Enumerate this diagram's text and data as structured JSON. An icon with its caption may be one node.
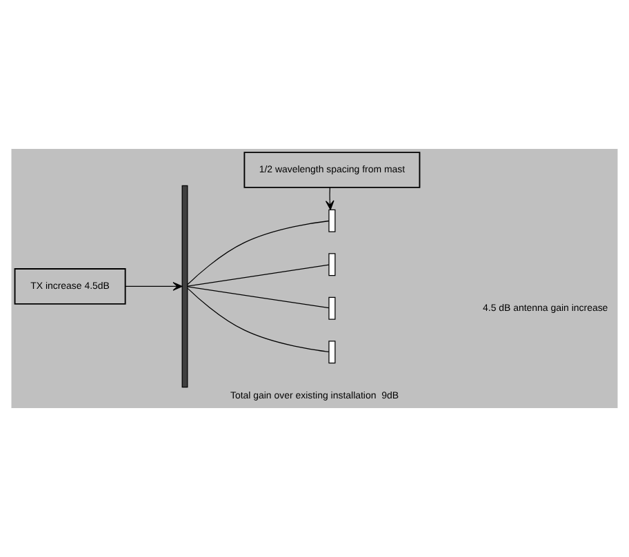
{
  "diagram": {
    "caption": "Total gain over existing installation  9dB",
    "nodes": [
      {
        "text": [
          "1/2 wavelength spacing from mast"
        ]
      },
      {
        "text": [],
        "shape": "bar"
      },
      {
        "text": [],
        "shape": "box"
      },
      {
        "text": [],
        "shape": "box"
      },
      {
        "text": [],
        "shape": "box"
      },
      {
        "text": [],
        "shape": "box"
      },
      {
        "text": [
          "TX increase 4.5dB"
        ]
      }
    ],
    "edges": [
      {
        "from": 0,
        "to": 2,
        "arrow": "to"
      },
      {
        "from": 1,
        "to": 2,
        "arrow": "none"
      },
      {
        "from": 1,
        "to": 3,
        "arrow": "none"
      },
      {
        "from": 1,
        "to": 4,
        "arrow": "none"
      },
      {
        "from": 1,
        "to": 5,
        "arrow": "none"
      },
      {
        "from": 6,
        "to": 1,
        "arrow": "to"
      }
    ],
    "labels": [
      "4.5 dB antenna gain increase"
    ]
  }
}
